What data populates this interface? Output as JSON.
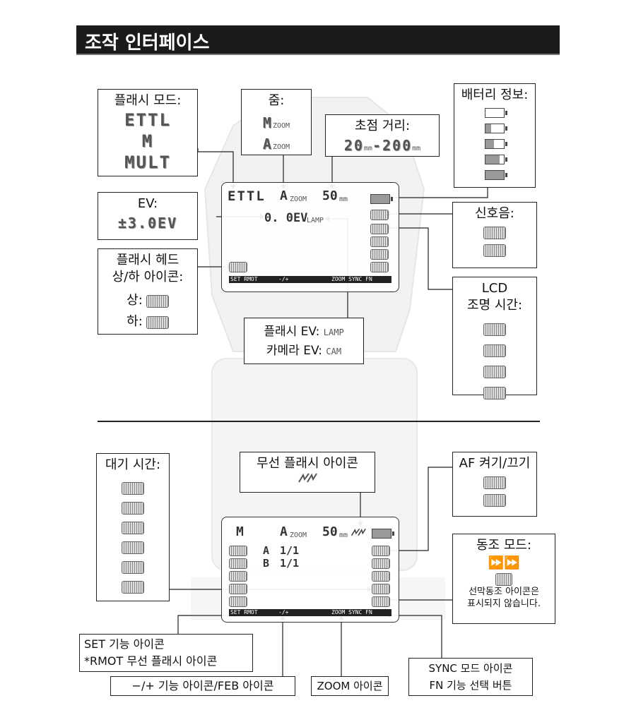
{
  "title": "조작 인터페이스",
  "top": {
    "flash_mode": {
      "label": "플래시 모드:",
      "values": [
        "ETTL",
        "M",
        "MULT"
      ]
    },
    "zoom": {
      "label": "줌:",
      "m": "M",
      "a": "A",
      "unit": "ZOOM"
    },
    "focal": {
      "label": "초점 거리:",
      "value": "20",
      "sep": "-",
      "value2": "200",
      "unit": "mm"
    },
    "battery": {
      "label": "배터리 정보:"
    },
    "ev": {
      "label": "EV:",
      "value": "±3.0EV"
    },
    "beep": {
      "label": "신호음:"
    },
    "head": {
      "label1": "플래시 헤드",
      "label2": "상/하 아이콘:",
      "up": "상:",
      "down": "하:"
    },
    "lcd_light": {
      "label1": "LCD",
      "label2": "조명 시간:"
    },
    "flash_ev": {
      "label1": "플래시 EV:",
      "lamp": "LAMP",
      "label2": "카메라 EV:",
      "cam": "CAM"
    },
    "lcd": {
      "mode": "ETTL",
      "zoom_a": "A",
      "zoom_unit": "ZOOM",
      "focal": "50",
      "mm": "mm",
      "ev": "0. 0EV",
      "lamp": "LAMP",
      "strip": [
        "SET RMOT",
        "-/+",
        "ZOOM SYNC FN"
      ]
    }
  },
  "bottom": {
    "standby": {
      "label": "대기 시간:"
    },
    "wireless": {
      "label": "무선 플래시 아이콘"
    },
    "af": {
      "label": "AF 켜기/끄기"
    },
    "sync": {
      "label": "동조 모드:",
      "note1": "선막동조 아이콘은",
      "note2": "표시되지 않습니다."
    },
    "lcd": {
      "mode": "M",
      "zoom_a": "A",
      "zoom_unit": "ZOOM",
      "focal": "50",
      "mm": "mm",
      "a_label": "A",
      "a_val": "1/1",
      "b_label": "B",
      "b_val": "1/1",
      "strip": [
        "SET RMOT",
        "-/+",
        "ZOOM SYNC FN"
      ]
    },
    "set_label1": "SET 기능 아이콘",
    "set_label2": "*RMOT 무선 플래시 아이콘",
    "feb_label": "−/+ 기능 아이콘/FEB 아이콘",
    "zoom_label": "ZOOM 아이콘",
    "sync_fn1": "SYNC 모드 아이콘",
    "sync_fn2": "FN 기능 선택 버튼"
  }
}
